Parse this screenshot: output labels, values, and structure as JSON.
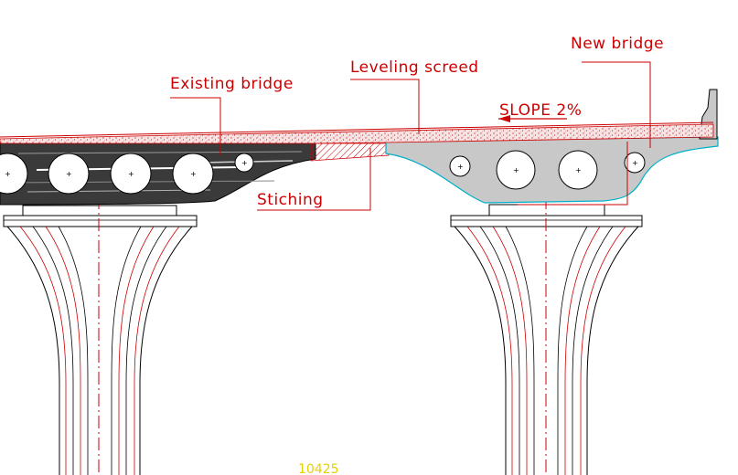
{
  "labels": {
    "new_bridge": "New bridge",
    "leveling_screed": "Leveling screed",
    "existing_bridge": "Existing bridge",
    "slope": "SLOPE 2%",
    "stiching": "Stiching",
    "dimension": "10425"
  },
  "colors": {
    "background": "#ffffff",
    "annotation_red": "#cc0000",
    "existing_deck": "#3a3a3a",
    "new_deck": "#c8c8c8",
    "new_deck_outline": "#00b0c8",
    "screed": "#f2d8d8",
    "dimension_text": "#e6d000"
  }
}
